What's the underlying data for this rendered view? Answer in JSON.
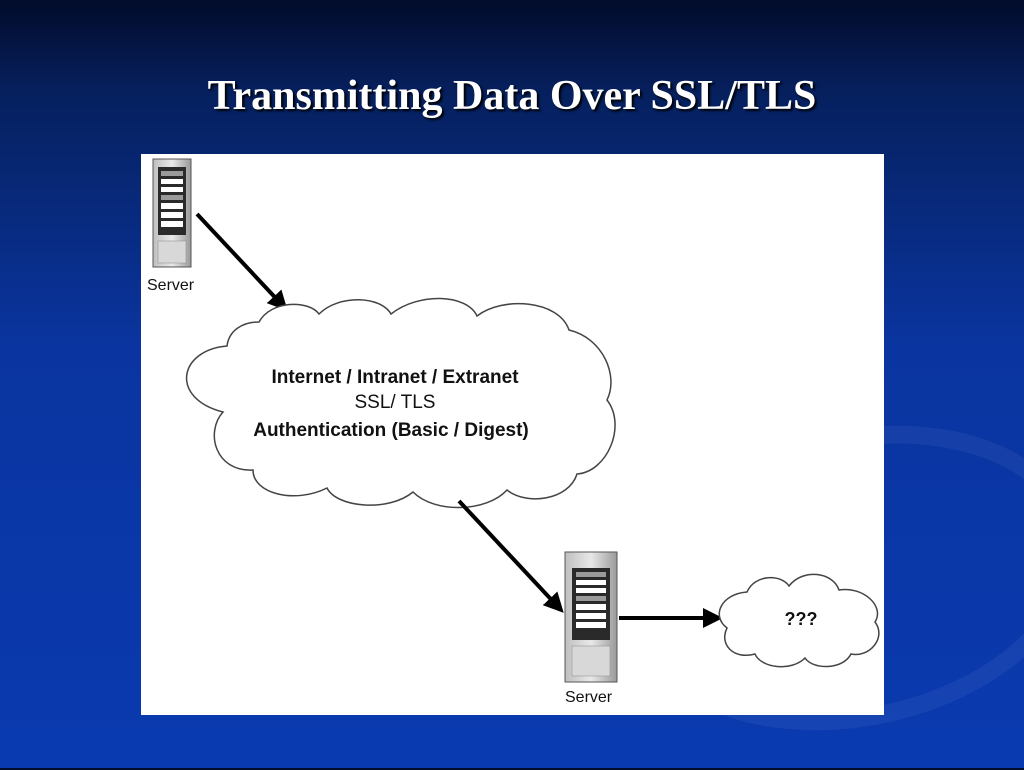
{
  "slide": {
    "title": "Transmitting Data Over SSL/TLS"
  },
  "diagram": {
    "server_top_label": "Server",
    "server_bottom_label": "Server",
    "cloud_main": {
      "line1": "Internet / Intranet / Extranet",
      "line2": "SSL/ TLS",
      "line3": "Authentication (Basic / Digest)"
    },
    "cloud_small_label": "???"
  },
  "colors": {
    "background": "#0a35a0",
    "title_text": "#ffffff",
    "panel": "#ffffff",
    "arrow": "#000000"
  }
}
